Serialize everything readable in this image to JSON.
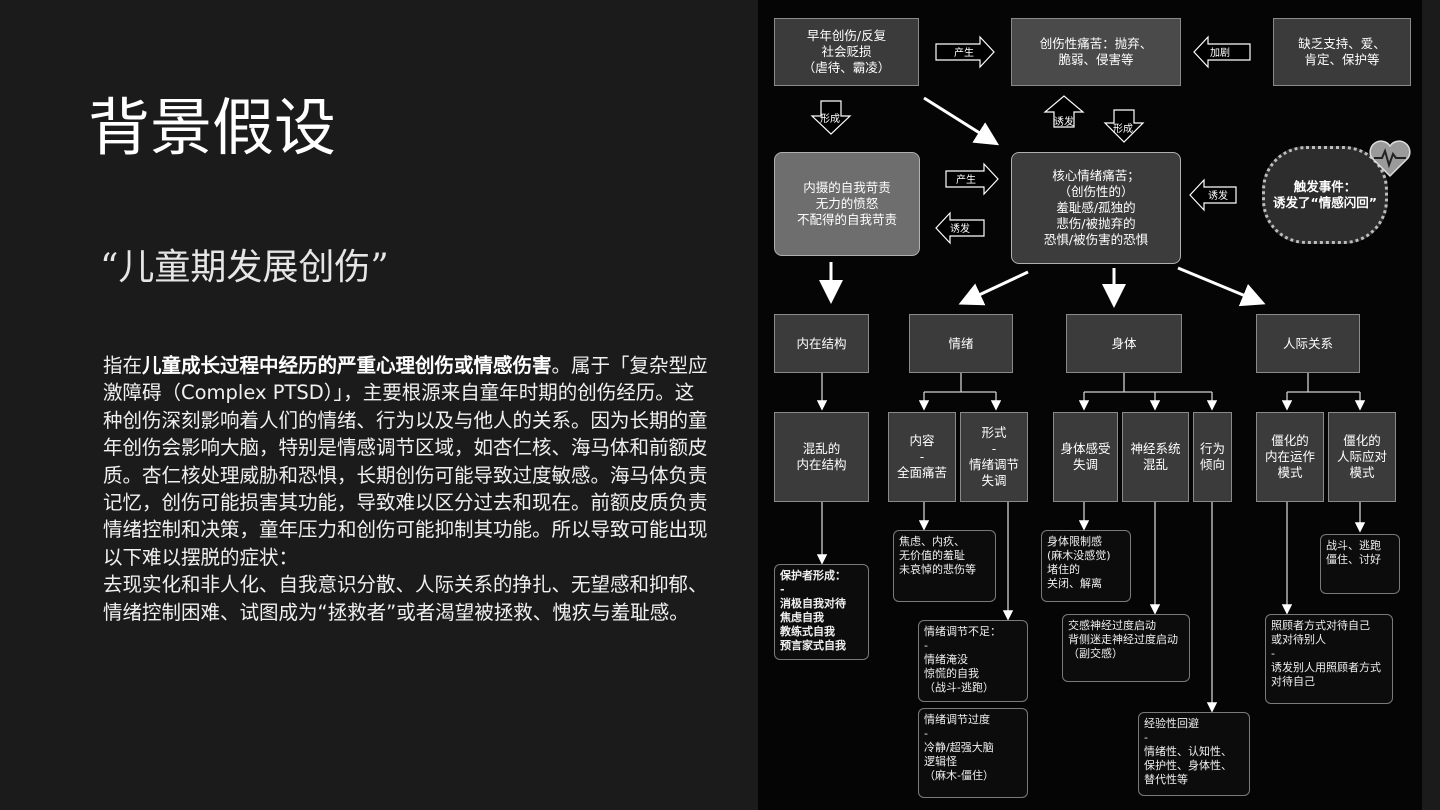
{
  "slide": {
    "title": "背景假设",
    "subtitle": "“儿童期发展创伤”",
    "paragraph": {
      "intro": "指在",
      "bold": "儿童成长过程中经历的严重心理创伤或情感伤害",
      "rest": "。属于「复杂型应激障碍（Complex PTSD）」，主要根源来自童年时期的创伤经历。这种创伤深刻影响着人们的情绪、行为以及与他人的关系。因为长期的童年创伤会影响大脑，特别是情感调节区域，如杏仁核、海马体和前额皮质。杏仁核处理威胁和恐惧，长期创伤可能导致过度敏感。海马体负责记忆，创伤可能损害其功能，导致难以区分过去和现在。前额皮质负责情绪控制和决策，童年压力和创伤可能抑制其功能。所以导致可能出现以下难以摆脱的症状：",
      "symptoms": " 去现实化和非人化、自我意识分散、人际关系的挣扎、无望感和抑郁、情绪控制困难、试图成为“拯救者”或者渴望被拯救、愧疚与羞耻感。"
    }
  },
  "diagram": {
    "boxes": {
      "early_trauma": "早年创伤/反复\n社会贬损\n（虐待、霸凌）",
      "creative_pain": "创伤性痛苦：抛弃、\n脆弱、侵害等",
      "lack_support": "缺乏支持、爱、\n肯定、保护等",
      "introjected": "内摄的自我苛责\n无力的愤怒\n不配得的自我苛责",
      "core_pain": "核心情绪痛苦；\n（创伤性的）\n羞耻感/孤独的\n悲伤/被抛弃的\n恐惧/被伤害的恐惧",
      "trigger": "触发事件：\n诱发了“情感闪回”",
      "inner_structure": "内在结构",
      "emotion": "情绪",
      "body": "身体",
      "relation": "人际关系",
      "chaotic_inner": "混乱的\n内在结构",
      "content": "内容\n-\n全面痛苦",
      "form": "形式\n-\n情绪调节\n失调",
      "body_sense": "身体感受\n失调",
      "nervous": "神经系统\n混乱",
      "behavior": "行为\n倾向",
      "rigid_inner": "僵化的\n内在运作\n模式",
      "rigid_relation": "僵化的\n人际应对\n模式"
    },
    "notes": {
      "protector": "保护者形成：\n-\n消极自我对待\n焦虑自我\n教练式自我\n预言家式自我",
      "anxiety": "焦虑、内疚、\n无价值的羞耻\n未哀悼的悲伤等",
      "under_reg": "情绪调节不足：\n-\n情绪淹没\n惊慌的自我\n（战斗-逃跑）",
      "over_reg": "情绪调节过度\n-\n冷静/超强大脑\n逻辑怪\n（麻木-僵住）",
      "body_limit": "身体限制感\n(麻木没感觉)\n堵住的\n关闭、解离",
      "sympathetic": "交感神经过度启动\n背侧迷走神经过度启动\n（副交感）",
      "experiential": "经验性回避\n-\n情绪性、认知性、\n保护性、身体性、\n替代性等",
      "fight": "战斗、逃跑\n僵住、讨好",
      "caregiver": "照顾者方式对待自己\n或对待别人\n-\n诱发别人用照顾者方式\n对待自己"
    },
    "arrow_labels": {
      "produce1": "产生",
      "aggravate": "加剧",
      "form1": "形成",
      "induce1": "诱发",
      "form2": "形成",
      "produce2": "产生",
      "induce2": "诱发",
      "induce3": "诱发"
    }
  }
}
